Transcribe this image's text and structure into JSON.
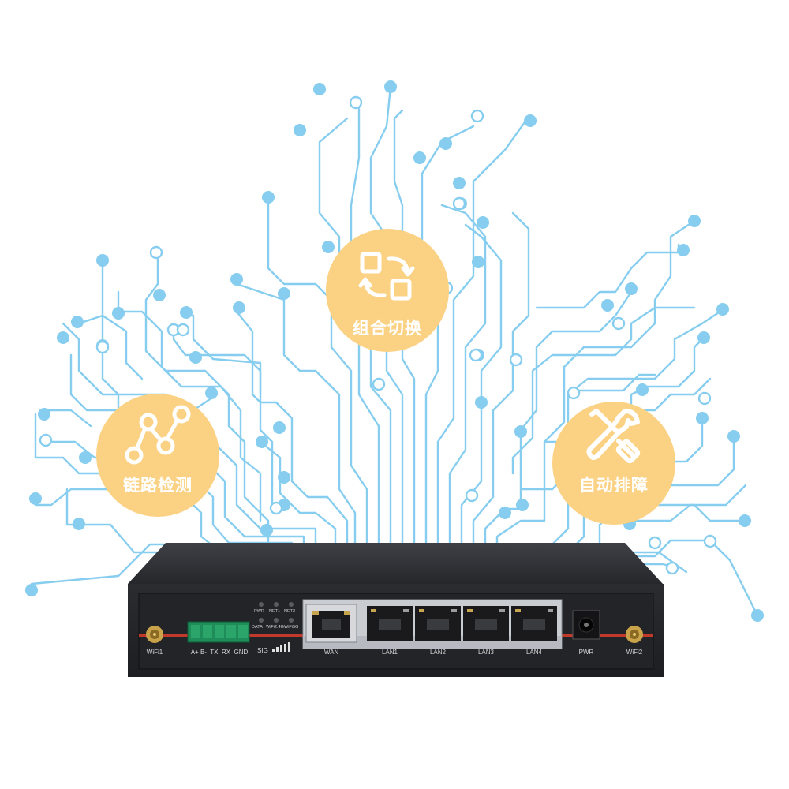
{
  "features": [
    {
      "id": "link-detection",
      "label": "链路检测",
      "icon": "link-graph-icon"
    },
    {
      "id": "combo-switch",
      "label": "组合切换",
      "icon": "switch-squares-icon"
    },
    {
      "id": "auto-troubleshoot",
      "label": "自动排障",
      "icon": "wrench-screwdriver-icon"
    }
  ],
  "device": {
    "antenna_left": "WiFi1",
    "antenna_right": "WiFi2",
    "serial_pins": "A+ B-  TX  RX  GND",
    "led_row1": [
      "PWR",
      "NET1",
      "NET2"
    ],
    "led_row2": [
      "DATA",
      "WiFi2.4G",
      "WiFi5G"
    ],
    "signal": "SIG",
    "wan": "WAN",
    "lan": [
      "LAN1",
      "LAN2",
      "LAN3",
      "LAN4"
    ],
    "power": "PWR"
  },
  "colors": {
    "circuit": "#86cdef",
    "badge": "#fbd184",
    "body": "#2b2d31",
    "stripe": "#c0392b"
  }
}
